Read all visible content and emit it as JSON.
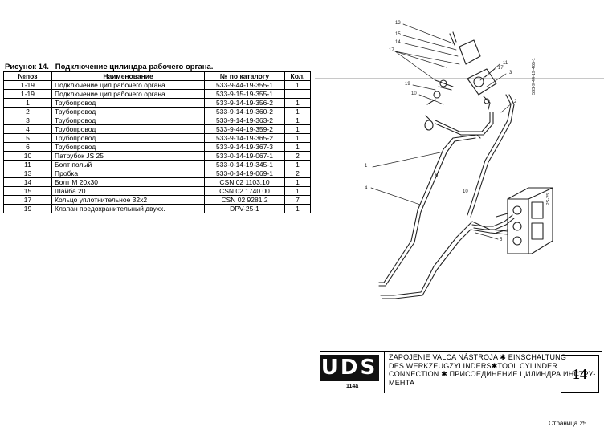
{
  "caption": "Рисунок 14.   Подключение цилиндра рабочего органа.",
  "table": {
    "headers": [
      "№поз",
      "Наименование",
      "№ по каталогу",
      "Кол."
    ],
    "rows": [
      [
        "1-19",
        "Подключение цил.рабочего органа",
        "533-9-44-19-355-1",
        "1"
      ],
      [
        "1-19",
        "Подключение цил.рабочего органа",
        "533-9-15-19-355-1",
        ""
      ],
      [
        "1",
        "Трубопровод",
        "533-9-14-19-356-2",
        "1"
      ],
      [
        "2",
        "Трубопровод",
        "533-9-14-19-360-2",
        "1"
      ],
      [
        "3",
        "Трубопровод",
        "533-9-14-19-363-2",
        "1"
      ],
      [
        "4",
        "Трубопровод",
        "533-9-44-19-359-2",
        "1"
      ],
      [
        "5",
        "Трубопровод",
        "533-9-14-19-365-2",
        "1"
      ],
      [
        "6",
        "Трубопровод",
        "533-9-14-19-367-3",
        "1"
      ],
      [
        "10",
        "Патрубок JS 25",
        "533-0-14-19-067-1",
        "2"
      ],
      [
        "11",
        "Болт полый",
        "533-0-14-19-345-1",
        "1"
      ],
      [
        "13",
        "Пробка",
        "533-0-14-19-069-1",
        "2"
      ],
      [
        "14",
        "Болт М 20x30",
        "CSN 02 1103.10",
        "1"
      ],
      [
        "15",
        "Шайба 20",
        "CSN 02 1740.00",
        "1"
      ],
      [
        "17",
        "Кольцо уплотнительное  32x2",
        "CSN  02  9281.2",
        "7"
      ],
      [
        "19",
        "Клапан предохранительный двухх.",
        "DPV-25-1",
        "1"
      ]
    ]
  },
  "title_block": {
    "logo": "UDS",
    "code": "114a",
    "title_lines": [
      "ZAPOJENIE VALCA NÁSTROJA ✱ EINSCHALTUNG",
      "DES  WERKZEUGZYLINDERS✱TOOL CYLINDER",
      "CONNECTION ✱ ПРИСОЕДИНЕНИЕ ЦИЛИНДРА ИНСТРУ-",
      "МЕНТА"
    ],
    "page_number": "14"
  },
  "drawing_labels": {
    "callouts": [
      "13",
      "15",
      "14",
      "17",
      "19",
      "10",
      "17",
      "11",
      "3",
      "2",
      "1",
      "4",
      "5",
      "6",
      "10"
    ],
    "codes": [
      "533-9-44-19-465-1",
      "PS-25"
    ]
  },
  "footer": "Страница 25"
}
